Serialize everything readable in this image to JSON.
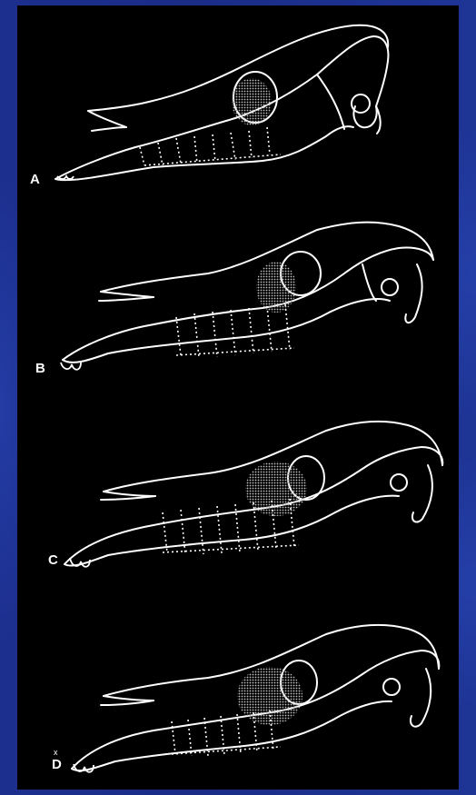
{
  "figure": {
    "background_color": "#1c2f8e",
    "panel_color": "#000000",
    "line_color": "#ffffff",
    "stipple_color": "#bdbdbd",
    "labels": [
      {
        "letter": "A"
      },
      {
        "letter": "B"
      },
      {
        "letter": "C"
      },
      {
        "letter": "D"
      }
    ],
    "small_mark": "x"
  }
}
